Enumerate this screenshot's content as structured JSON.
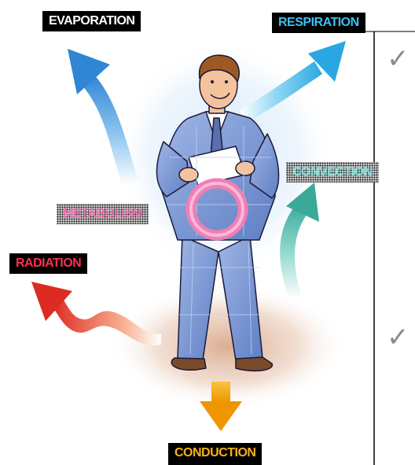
{
  "labels": {
    "evaporation": "EVAPORATION",
    "respiration": "RESPIRATION",
    "convection": "CONVECTION",
    "metabolism": "METABOLISM",
    "radiation": "RADIATION",
    "conduction": "CONDUCTION"
  },
  "checkmarks": [
    "✓",
    "✓"
  ],
  "colors": {
    "evaporation": "#ffffff",
    "respiration": "#3ec1f0",
    "convection": "#7fe3dc",
    "metabolism": "#f06fb0",
    "radiation": "#ff3050",
    "conduction": "#f7b21b",
    "arrow_blue": "#3a8ed8",
    "arrow_teal": "#3fb8a8",
    "arrow_red": "#e0302a",
    "arrow_orange": "#f2a000",
    "suit": "#7a96d6",
    "ring": "#ef7fb5",
    "checkmark": "#8a8a8a"
  },
  "icons": {
    "person": "businessman-icon",
    "ring": "metabolism-ring-icon",
    "check": "checkmark-icon"
  }
}
